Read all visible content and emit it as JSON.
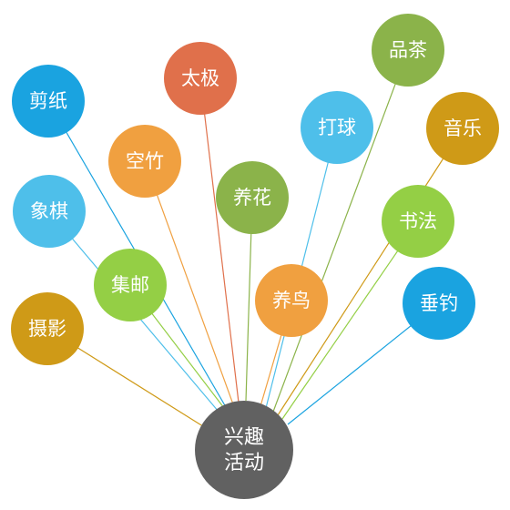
{
  "center": {
    "line1": "兴趣",
    "line2": "活动",
    "color": "#616161"
  },
  "nodes": [
    {
      "key": "jianzhi",
      "label": "剪纸",
      "color": "#1aa3e0"
    },
    {
      "key": "taiji",
      "label": "太极",
      "color": "#e0704b"
    },
    {
      "key": "pincha",
      "label": "品茶",
      "color": "#8bb34a"
    },
    {
      "key": "kongzhu",
      "label": "空竹",
      "color": "#f0a040"
    },
    {
      "key": "daqiu",
      "label": "打球",
      "color": "#4ebfea"
    },
    {
      "key": "yinyue",
      "label": "音乐",
      "color": "#cf9a17"
    },
    {
      "key": "xiangqi",
      "label": "象棋",
      "color": "#4ebfea"
    },
    {
      "key": "yanghua",
      "label": "养花",
      "color": "#8bb34a"
    },
    {
      "key": "shufa",
      "label": "书法",
      "color": "#94cf45"
    },
    {
      "key": "jiyou",
      "label": "集邮",
      "color": "#94cf45"
    },
    {
      "key": "yangniao",
      "label": "养鸟",
      "color": "#f0a040"
    },
    {
      "key": "chuidiao",
      "label": "垂钓",
      "color": "#1aa3e0"
    },
    {
      "key": "sheying",
      "label": "摄影",
      "color": "#cf9a17"
    }
  ]
}
